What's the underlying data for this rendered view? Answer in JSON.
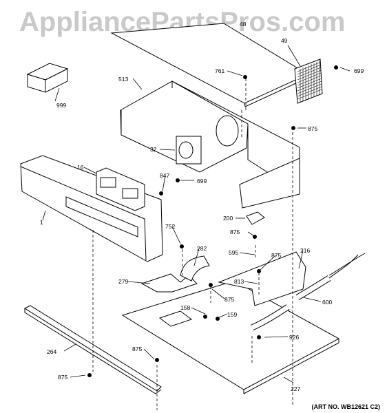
{
  "watermark": "AppliancePartsPros.com",
  "art_number": "(ART NO. WB12621 C2)",
  "callouts": {
    "c16": "16",
    "c1": "1",
    "c32": "32",
    "c49": "49",
    "c158": "158",
    "c159": "159",
    "c200": "200",
    "c216": "216",
    "c227": "227",
    "c264": "264",
    "c279": "279",
    "c282": "282",
    "c513": "513",
    "c595": "595",
    "c600": "600",
    "c699a": "699",
    "c699b": "699",
    "c752": "752",
    "c761": "761",
    "c813": "813",
    "c847": "847",
    "c875a": "875",
    "c875b": "875",
    "c875c": "875",
    "c875d": "875",
    "c875e": "875",
    "c875f": "875",
    "c926": "926",
    "c999": "999",
    "c48": "48"
  }
}
